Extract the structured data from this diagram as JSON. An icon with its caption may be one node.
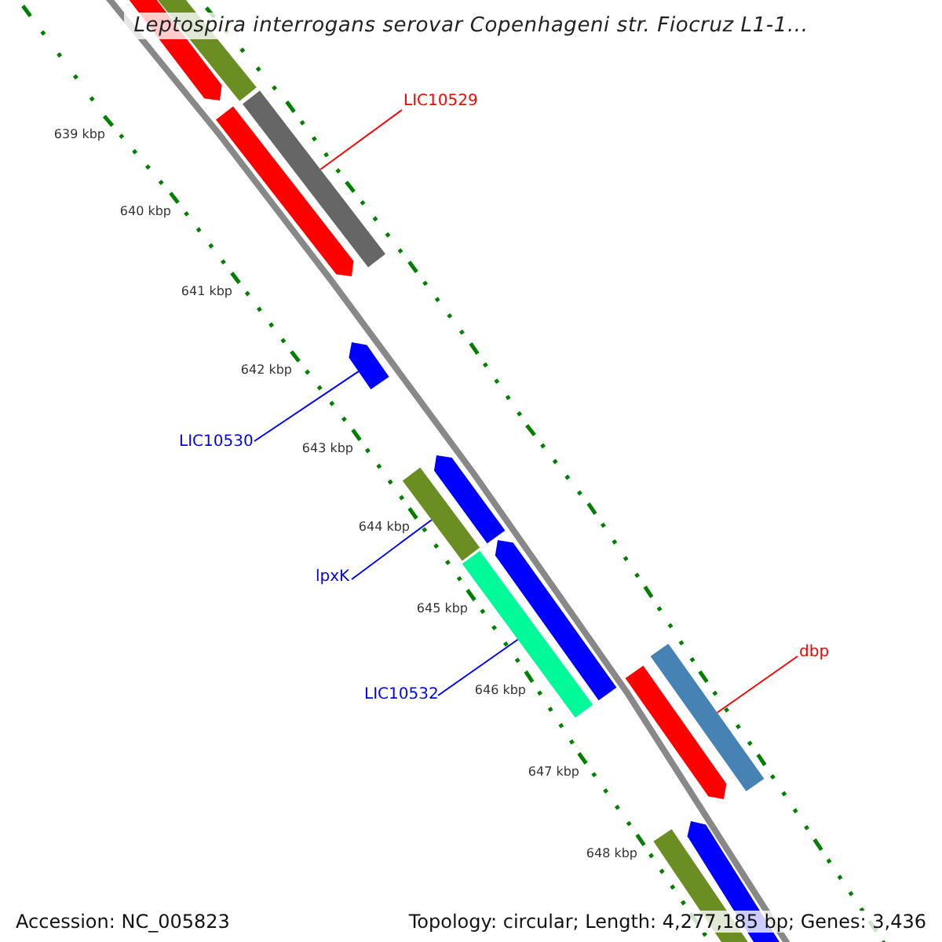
{
  "diagram": {
    "title": "Leptospira interrogans serovar Copenhageni str. Fiocruz L1-1...",
    "nodes": [
      {
        "text": [],
        "shape": "bar"
      },
      {
        "text": [],
        "shape": "bar"
      },
      {
        "text": [],
        "shape": "bar"
      },
      {
        "text": [],
        "shape": "bar"
      },
      {
        "text": [],
        "shape": "bar"
      },
      {
        "text": [],
        "shape": "bar"
      },
      {
        "text": [],
        "shape": "bar"
      },
      {
        "text": [],
        "shape": "bar"
      },
      {
        "text": [],
        "shape": "bar"
      },
      {
        "text": [],
        "shape": "bar"
      },
      {
        "text": [],
        "shape": "bar"
      },
      {
        "text": [],
        "shape": "bar"
      },
      {
        "text": [],
        "shape": "bar"
      },
      {
        "text": [
          "LIC10529"
        ]
      },
      {
        "text": [
          "LIC10530"
        ]
      },
      {
        "text": [
          "lpxK"
        ]
      },
      {
        "text": [
          "LIC10532"
        ]
      },
      {
        "text": [
          "dbp"
        ]
      }
    ],
    "edges": [
      {
        "from": 13,
        "to": 2,
        "arrow": "none",
        "color": "#ff0000"
      },
      {
        "from": 14,
        "to": 4,
        "arrow": "none"
      },
      {
        "from": 15,
        "to": 5,
        "arrow": "none"
      },
      {
        "from": 16,
        "to": 7,
        "arrow": "none"
      },
      {
        "from": 17,
        "to": 10,
        "arrow": "none",
        "color": "#ff0000"
      }
    ],
    "labels": [
      "639 kbp",
      "640 kbp",
      "641 kbp",
      "642 kbp",
      "643 kbp",
      "644 kbp",
      "645 kbp",
      "646 kbp",
      "647 kbp",
      "648 kbp",
      "Accession: NC_005823",
      "Topology: circular; Length: 4,277,185 bp; Genes: 3,436"
    ]
  }
}
